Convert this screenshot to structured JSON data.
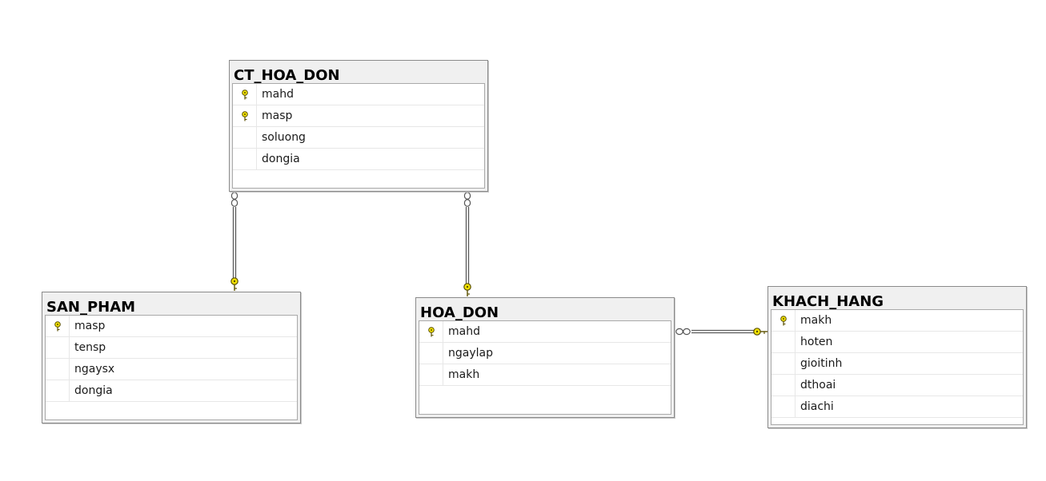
{
  "colors": {
    "key_fill": "#f2e200",
    "key_stroke": "#5a5000",
    "line": "#5a5a5a",
    "header_bg": "#f0f0f0",
    "border": "#8a8a8a"
  },
  "tables": {
    "ct_hoa_don": {
      "name": "CT_HOA_DON",
      "columns": [
        {
          "name": "mahd",
          "is_key": true
        },
        {
          "name": "masp",
          "is_key": true
        },
        {
          "name": "soluong",
          "is_key": false
        },
        {
          "name": "dongia",
          "is_key": false
        }
      ]
    },
    "san_pham": {
      "name": "SAN_PHAM",
      "columns": [
        {
          "name": "masp",
          "is_key": true
        },
        {
          "name": "tensp",
          "is_key": false
        },
        {
          "name": "ngaysx",
          "is_key": false
        },
        {
          "name": "dongia",
          "is_key": false
        }
      ]
    },
    "hoa_don": {
      "name": "HOA_DON",
      "columns": [
        {
          "name": "mahd",
          "is_key": true
        },
        {
          "name": "ngaylap",
          "is_key": false
        },
        {
          "name": "makh",
          "is_key": false
        }
      ]
    },
    "khach_hang": {
      "name": "KHACH_HANG",
      "columns": [
        {
          "name": "makh",
          "is_key": true
        },
        {
          "name": "hoten",
          "is_key": false
        },
        {
          "name": "gioitinh",
          "is_key": false
        },
        {
          "name": "dthoai",
          "is_key": false
        },
        {
          "name": "diachi",
          "is_key": false
        }
      ]
    }
  },
  "relationships": [
    {
      "from": "ct_hoa_don",
      "to": "san_pham",
      "from_end": "infinity-icon",
      "to_end": "key-icon"
    },
    {
      "from": "ct_hoa_don",
      "to": "hoa_don",
      "from_end": "infinity-icon",
      "to_end": "key-icon"
    },
    {
      "from": "hoa_don",
      "to": "khach_hang",
      "from_end": "infinity-icon",
      "to_end": "key-icon"
    }
  ]
}
